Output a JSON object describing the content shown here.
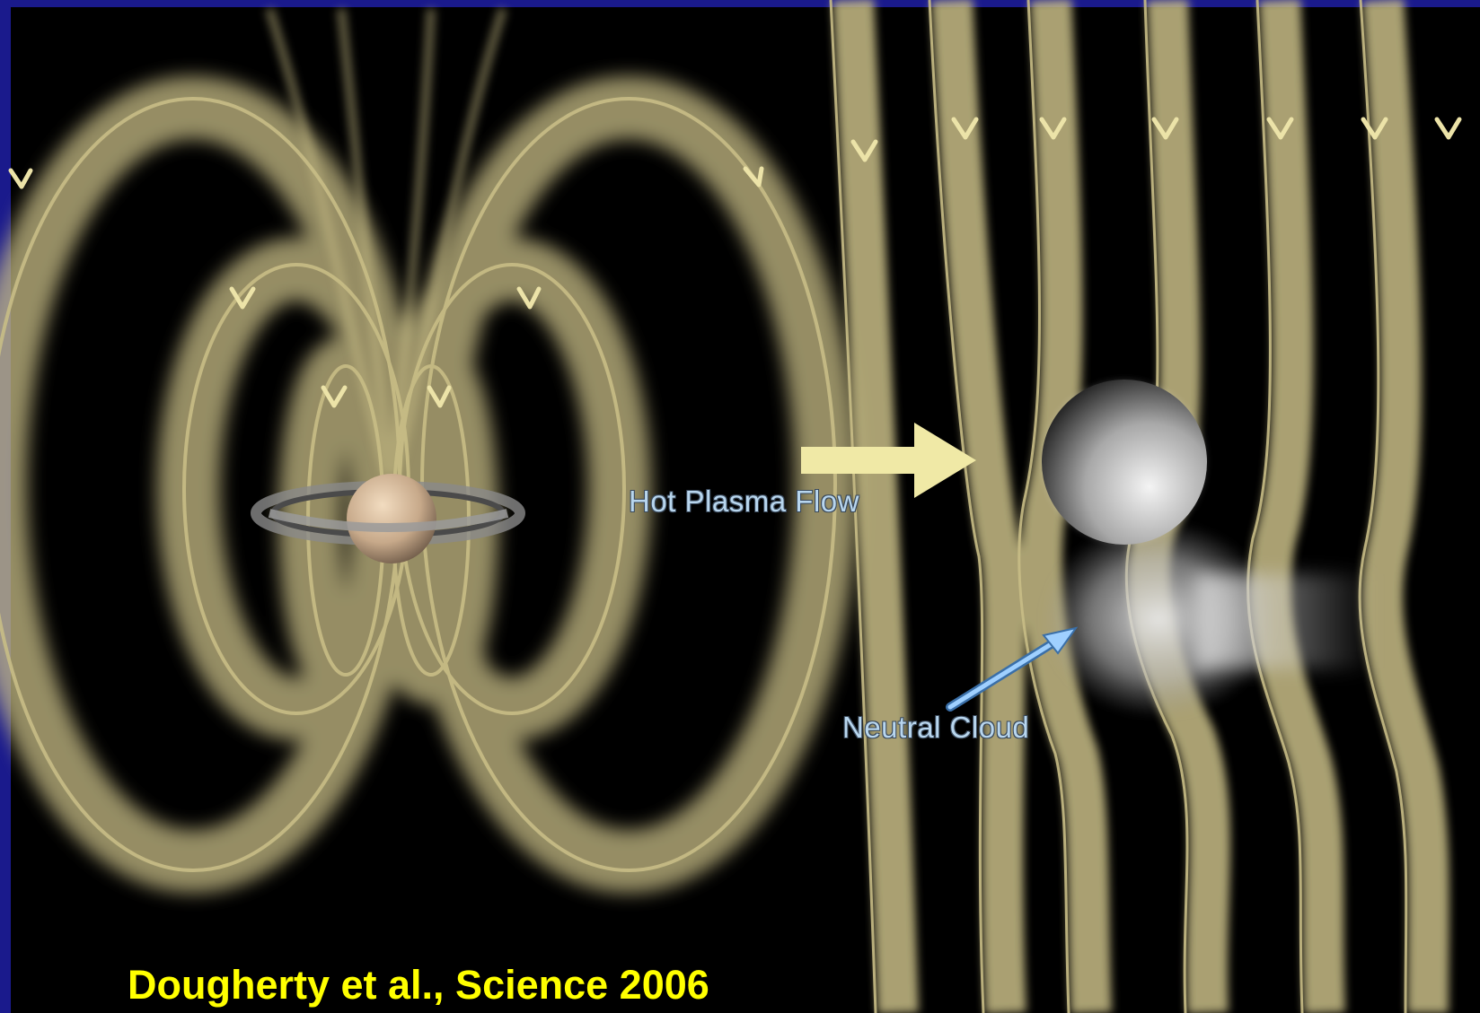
{
  "labels": {
    "hot_plasma_flow": "Hot Plasma Flow",
    "neutral_cloud": "Neutral Cloud"
  },
  "credit": "Dougherty et al., Science 2006",
  "colors": {
    "slide_border": "#1a1a8c",
    "field_lines": "#c8bd86",
    "flow_arrow": "#f0e9a6",
    "label_text": "#b8d6ee",
    "credit_text": "#ffff00"
  },
  "icons": [
    "saturn-icon",
    "enceladus-icon",
    "flow-arrow-icon",
    "pointer-arrow-icon",
    "direction-chevron-icon"
  ]
}
